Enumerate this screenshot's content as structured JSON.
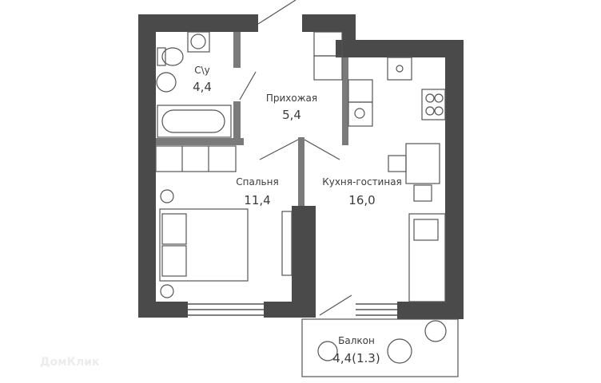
{
  "rooms": [
    {
      "name": "С\\у",
      "area": "4,4"
    },
    {
      "name": "Прихожая",
      "area": "5,4"
    },
    {
      "name": "Спальня",
      "area": "11,4"
    },
    {
      "name": "Кухня-гостиная",
      "area": "16,0"
    },
    {
      "name": "Балкон",
      "area": "4,4(1.3)"
    }
  ],
  "watermark": "ДомКлик",
  "colors": {
    "wall": "#4a4a4a",
    "partition": "#7a7a7a",
    "text": "#3c3c3c"
  }
}
